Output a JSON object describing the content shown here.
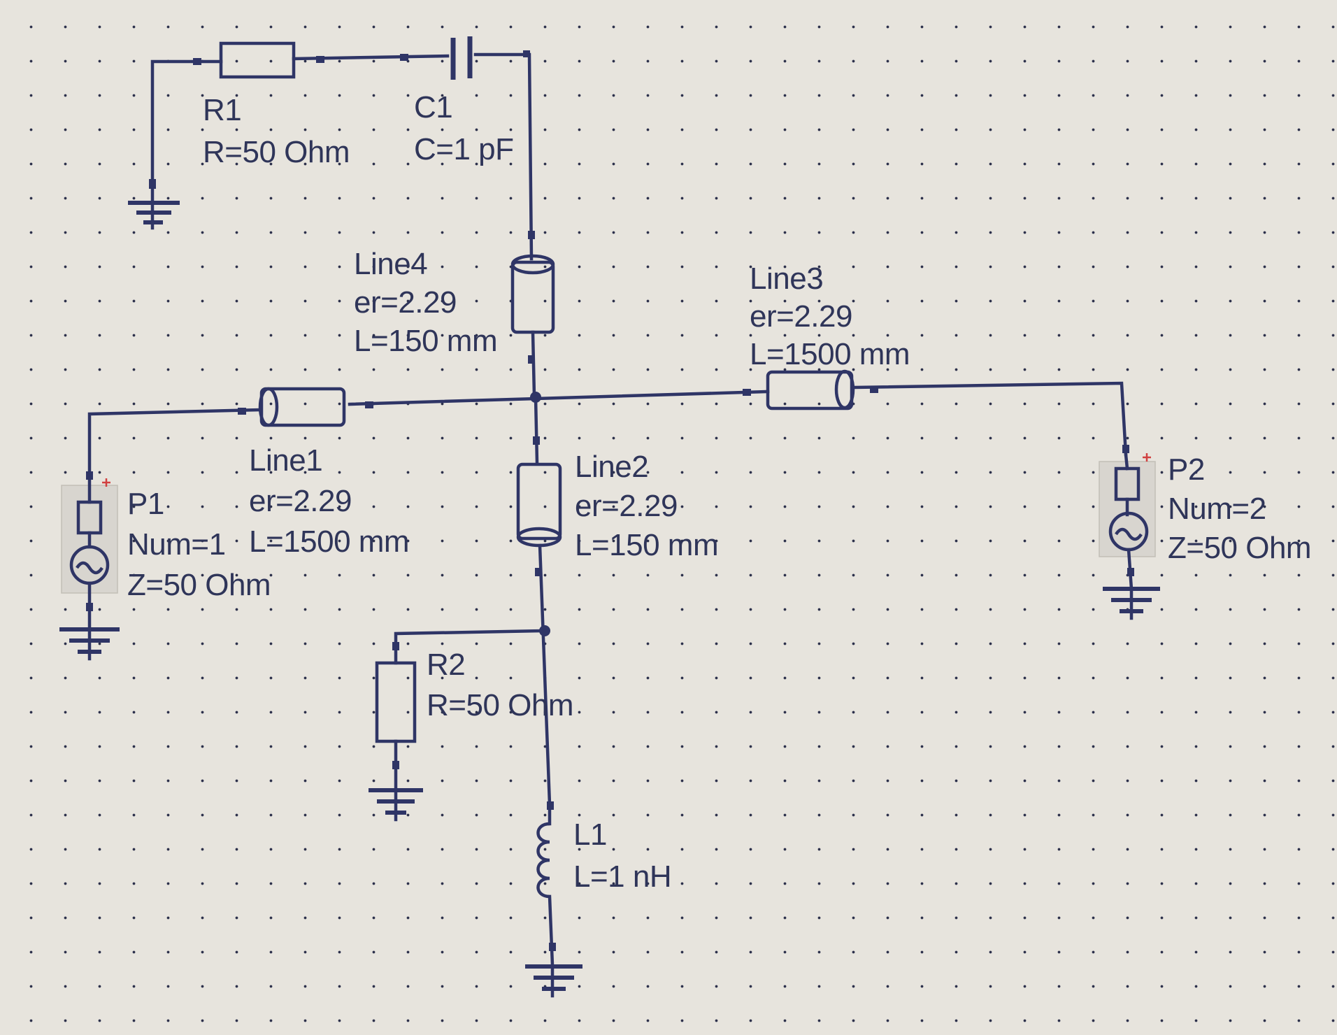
{
  "components": {
    "R1": {
      "name": "R1",
      "param": "R=50 Ohm"
    },
    "C1": {
      "name": "C1",
      "param": "C=1 pF"
    },
    "Line4": {
      "name": "Line4",
      "er": "er=2.29",
      "L": "L=150 mm"
    },
    "Line3": {
      "name": "Line3",
      "er": "er=2.29",
      "L": "L=1500 mm"
    },
    "Line1": {
      "name": "Line1",
      "er": "er=2.29",
      "L": "L=1500 mm"
    },
    "Line2": {
      "name": "Line2",
      "er": "er=2.29",
      "L": "L=150 mm"
    },
    "P1": {
      "name": "P1",
      "num": "Num=1",
      "Z": "Z=50 Ohm"
    },
    "P2": {
      "name": "P2",
      "num": "Num=2",
      "Z": "Z=50 Ohm"
    },
    "R2": {
      "name": "R2",
      "param": "R=50 Ohm"
    },
    "L1": {
      "name": "L1",
      "param": "L=1 nH"
    }
  },
  "colors": {
    "wire": "#2f3566",
    "text": "#2f3559",
    "background": "#e7e4dd",
    "port_plus": "#d04040"
  }
}
